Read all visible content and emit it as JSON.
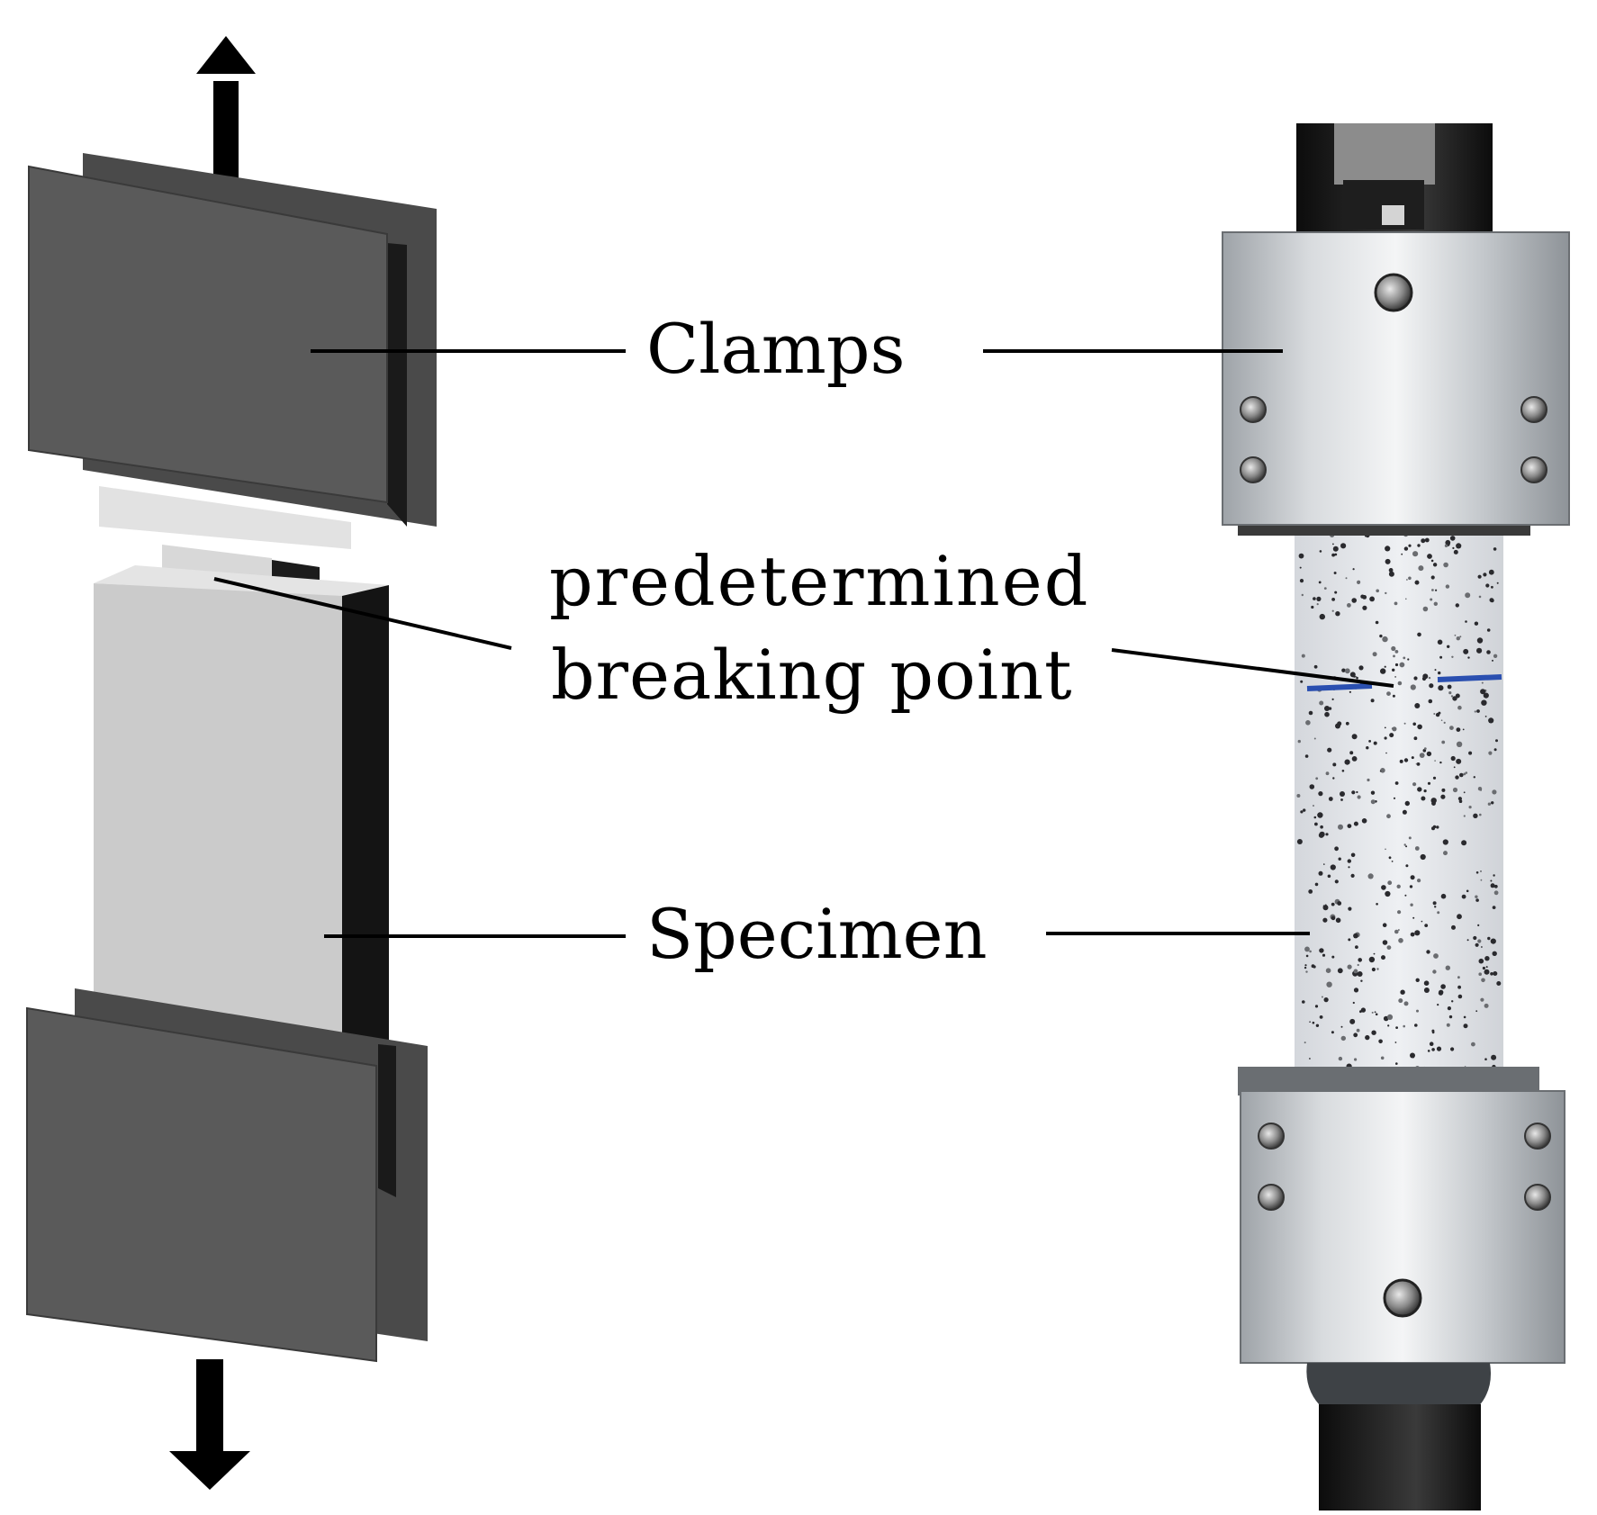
{
  "figure": {
    "labels": {
      "clamps": "Clamps",
      "breaking_point_line1": "predetermined",
      "breaking_point_line2": "breaking point",
      "specimen": "Specimen"
    },
    "colors": {
      "clamp_dark": "#555555",
      "clamp_shadow": "#1e1e1e",
      "specimen_light": "#c8c8c8",
      "steel": "#c0c4c8",
      "concrete": "#e6e8ec",
      "notch_blue": "#2a4fb0",
      "arrow": "#000000"
    },
    "icons": [
      "tension-arrow-up-icon",
      "tension-arrow-down-icon"
    ]
  }
}
